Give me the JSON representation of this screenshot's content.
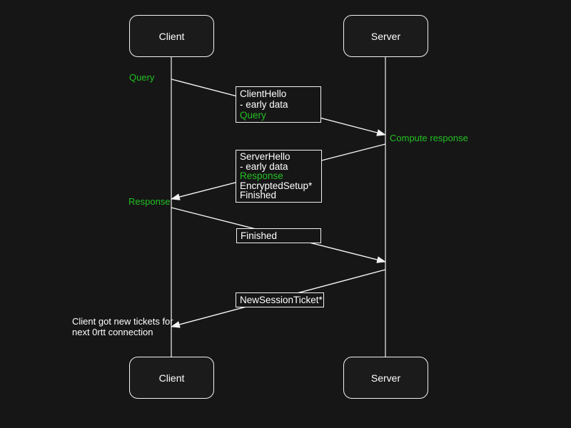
{
  "colors": {
    "background": "#161616",
    "stroke": "#f2f2f2",
    "text": "#ffffff",
    "green": "#22c022",
    "actor_fill": "#1b1b1b"
  },
  "actors": [
    {
      "label": "Client"
    },
    {
      "label": "Server"
    }
  ],
  "messages": [
    {
      "name": "clienthello",
      "from": "Client",
      "to": "Server",
      "lines": [
        {
          "text": "ClientHello",
          "color": "white"
        },
        {
          "text": "- early data",
          "color": "white"
        },
        {
          "text": "Query",
          "color": "green"
        }
      ]
    },
    {
      "name": "serverhello",
      "from": "Server",
      "to": "Client",
      "lines": [
        {
          "text": "ServerHello",
          "color": "white"
        },
        {
          "text": "- early data",
          "color": "white"
        },
        {
          "text": "Response",
          "color": "green"
        },
        {
          "text": "EncryptedSetup*",
          "color": "white"
        },
        {
          "text": "Finished",
          "color": "white"
        }
      ]
    },
    {
      "name": "finished",
      "from": "Client",
      "to": "Server",
      "lines": [
        {
          "text": "Finished",
          "color": "white"
        }
      ]
    },
    {
      "name": "newsessionticket",
      "from": "Server",
      "to": "Client",
      "lines": [
        {
          "text": "NewSessionTicket*",
          "color": "white"
        }
      ]
    }
  ],
  "annotations": [
    {
      "text": "Query",
      "color": "green"
    },
    {
      "text": "Compute response",
      "color": "green"
    },
    {
      "text": "Response",
      "color": "green"
    }
  ],
  "note": {
    "line1": "Client got new tickets for",
    "line2": "next 0rtt connection"
  }
}
